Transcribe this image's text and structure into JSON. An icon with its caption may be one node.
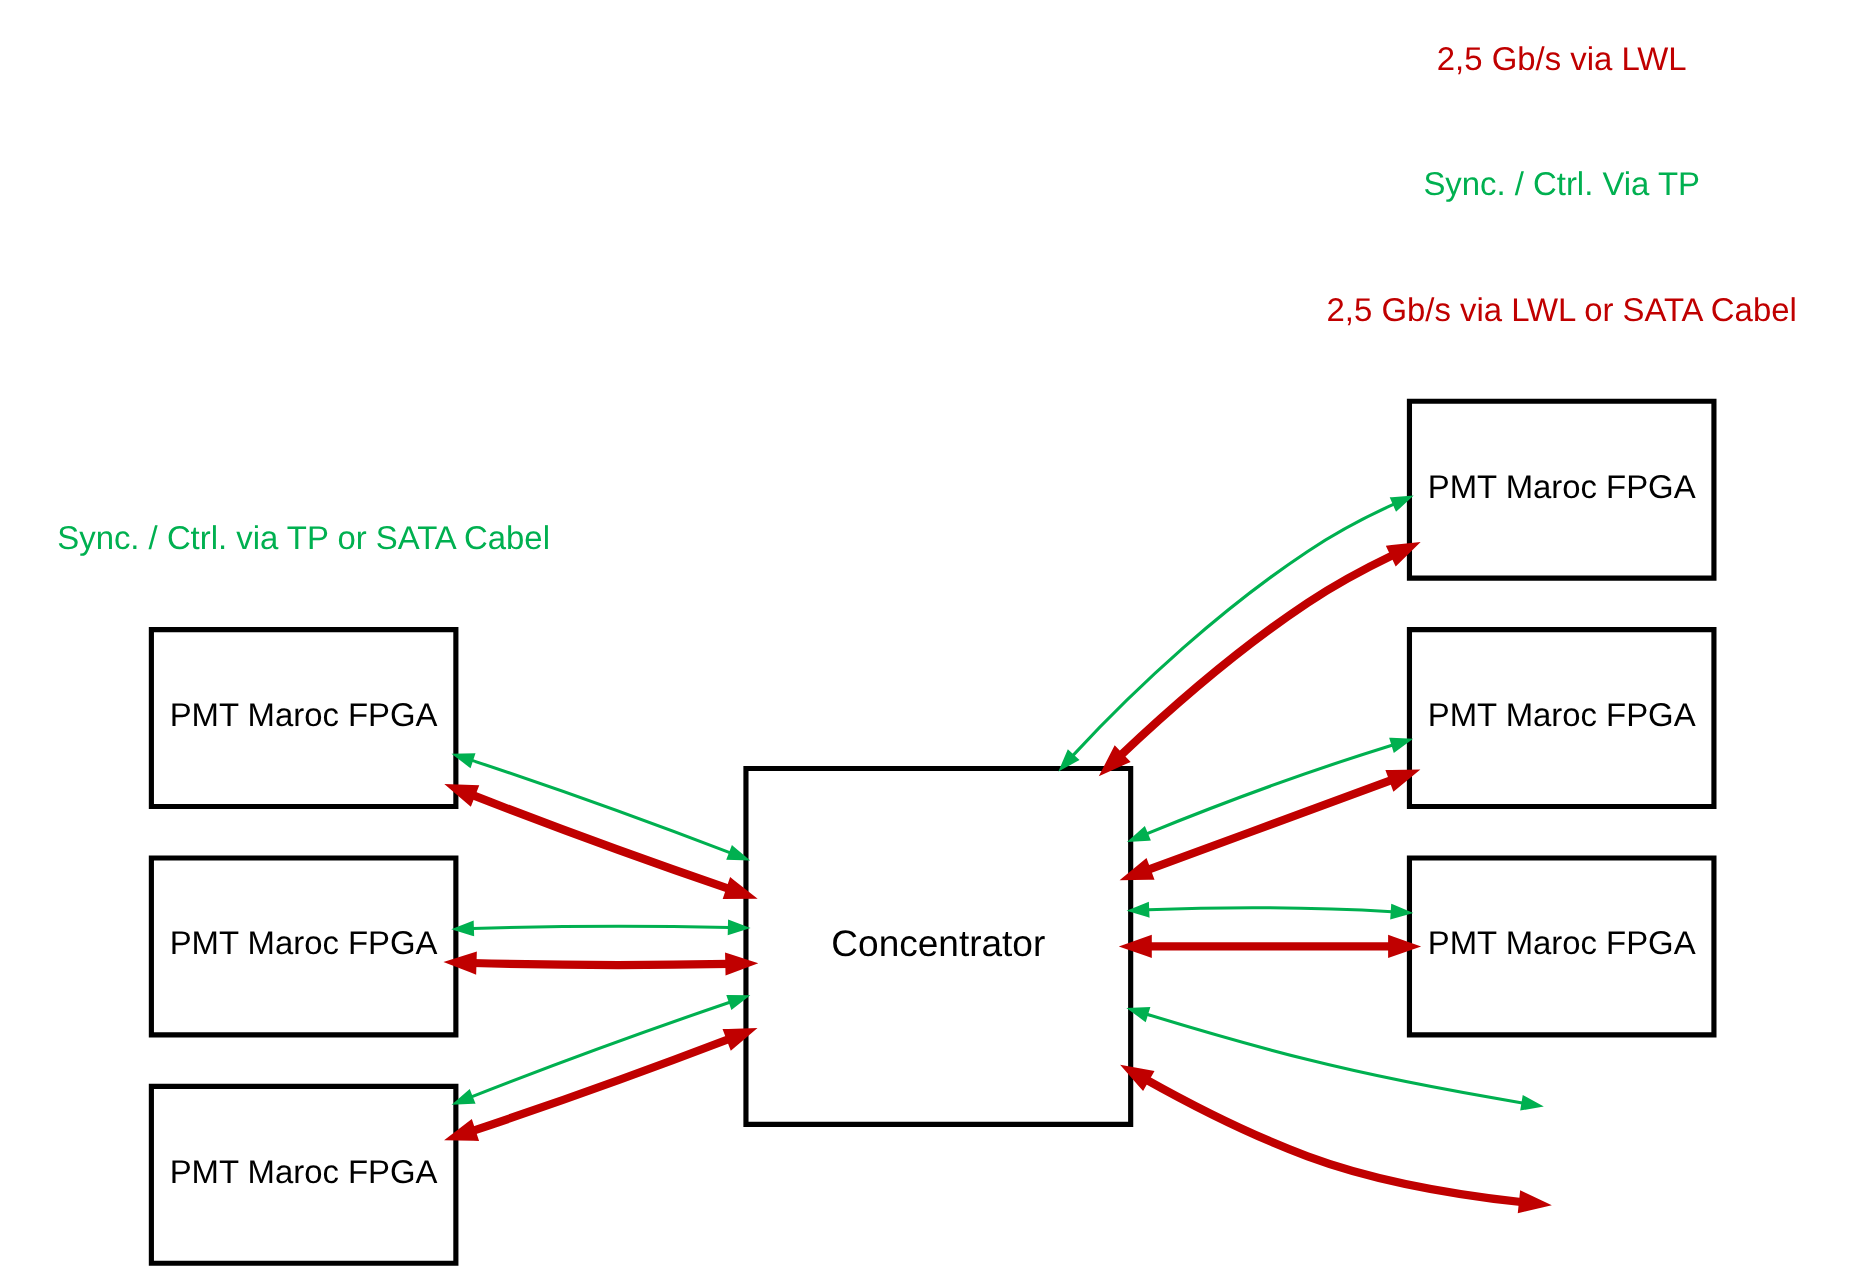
{
  "diagram": {
    "nodes": [
      {
        "text": [
          "PMT Maroc FPGA"
        ]
      },
      {
        "text": [
          "PMT Maroc FPGA"
        ]
      },
      {
        "text": [
          "PMT Maroc FPGA"
        ]
      },
      {
        "text": [
          "Concentrator"
        ]
      },
      {
        "text": [
          "PMT Maroc FPGA"
        ]
      },
      {
        "text": [
          "PMT Maroc FPGA"
        ]
      },
      {
        "text": [
          "PMT Maroc FPGA"
        ]
      }
    ],
    "edges": [
      {
        "from": 0,
        "to": 3,
        "arrow": "both",
        "style": "thick",
        "color": "#c00000"
      },
      {
        "from": 0,
        "to": 3,
        "arrow": "both",
        "color": "#00b050"
      },
      {
        "from": 1,
        "to": 3,
        "arrow": "both",
        "style": "thick",
        "color": "#c00000"
      },
      {
        "from": 1,
        "to": 3,
        "arrow": "both",
        "color": "#00b050"
      },
      {
        "from": 2,
        "to": 3,
        "arrow": "both",
        "style": "thick",
        "color": "#c00000"
      },
      {
        "from": 2,
        "to": 3,
        "arrow": "both",
        "color": "#00b050"
      },
      {
        "from": 4,
        "to": 3,
        "arrow": "both",
        "style": "thick",
        "color": "#c00000"
      },
      {
        "from": 4,
        "to": 3,
        "arrow": "both",
        "color": "#00b050"
      },
      {
        "from": 5,
        "to": 3,
        "arrow": "both",
        "style": "thick",
        "color": "#c00000"
      },
      {
        "from": 5,
        "to": 3,
        "arrow": "both",
        "color": "#00b050"
      },
      {
        "from": 6,
        "to": 3,
        "arrow": "both",
        "style": "thick",
        "color": "#c00000"
      },
      {
        "from": 6,
        "to": 3,
        "arrow": "both",
        "color": "#00b050"
      },
      {
        "from": 3,
        "to": null,
        "arrow": "both",
        "style": "thick",
        "color": "#c00000"
      },
      {
        "from": 3,
        "to": null,
        "arrow": "both",
        "color": "#00b050"
      }
    ],
    "labels": [
      "Sync. / Ctrl. via TP or SATA Cabel",
      "2,5 Gb/s via LWL or SATA Cabel",
      "Sync. / Ctrl. Via TP",
      "2,5 Gb/s via LWL"
    ]
  }
}
